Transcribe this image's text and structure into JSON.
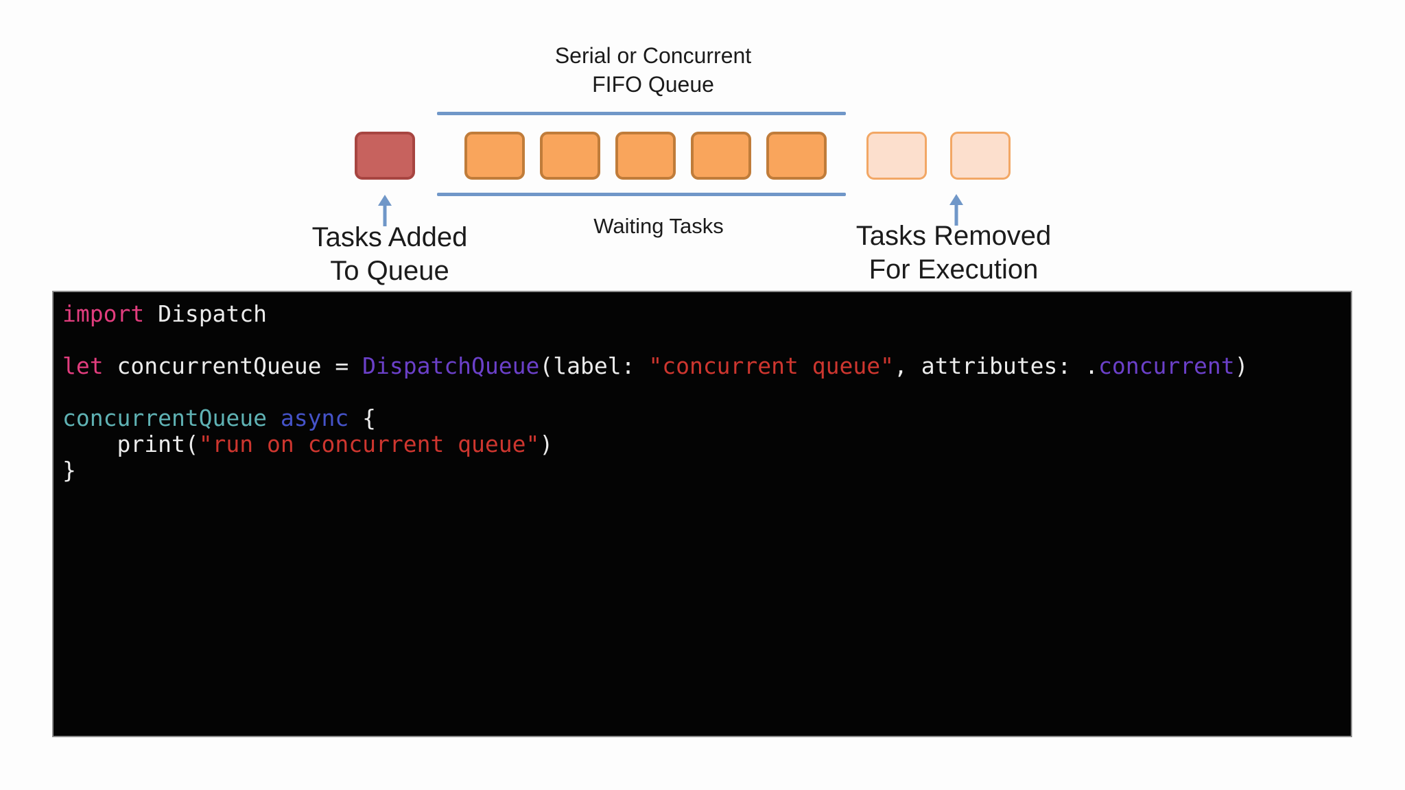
{
  "diagram": {
    "title": {
      "line1": "Serial or Concurrent",
      "line2": "FIFO Queue"
    },
    "labels": {
      "added": {
        "line1": "Tasks Added",
        "line2": "To Queue"
      },
      "waiting": "Waiting Tasks",
      "removed": {
        "line1": "Tasks Removed",
        "line2": "For Execution"
      }
    },
    "queue": {
      "added_count": 1,
      "waiting_count": 5,
      "removed_count": 2
    },
    "colors": {
      "label_text": "#1b1b1b",
      "line_blue": "#7097c8",
      "added_fill": "#c7625e",
      "added_border": "#a74541",
      "waiting_fill": "#f9a55c",
      "waiting_border": "#c07c3a",
      "removed_fill": "#fcdfcd",
      "removed_border": "#f2a765"
    }
  },
  "code_panel": {
    "background": "#040404",
    "border": "#8c8c8c",
    "token_colors": {
      "keyword": "#e23d7e",
      "plain": "#ececec",
      "type": "#6b40c9",
      "string": "#ce362f",
      "variable": "#5fb2b4",
      "call": "#4553c9"
    },
    "lines": [
      [
        {
          "c": "keyword",
          "t": "import"
        },
        {
          "c": "plain",
          "t": " Dispatch"
        }
      ],
      [],
      [
        {
          "c": "keyword",
          "t": "let"
        },
        {
          "c": "plain",
          "t": " concurrentQueue = "
        },
        {
          "c": "type",
          "t": "DispatchQueue"
        },
        {
          "c": "plain",
          "t": "(label: "
        },
        {
          "c": "string",
          "t": "\"concurrent queue\""
        },
        {
          "c": "plain",
          "t": ", attributes: ."
        },
        {
          "c": "type",
          "t": "concurrent"
        },
        {
          "c": "plain",
          "t": ")"
        }
      ],
      [],
      [
        {
          "c": "variable",
          "t": "concurrentQueue"
        },
        {
          "c": "plain",
          "t": " "
        },
        {
          "c": "call",
          "t": "async"
        },
        {
          "c": "plain",
          "t": " {"
        }
      ],
      [
        {
          "c": "plain",
          "t": "    print("
        },
        {
          "c": "string",
          "t": "\"run on concurrent queue\""
        },
        {
          "c": "plain",
          "t": ")"
        }
      ],
      [
        {
          "c": "plain",
          "t": "}"
        }
      ]
    ]
  }
}
